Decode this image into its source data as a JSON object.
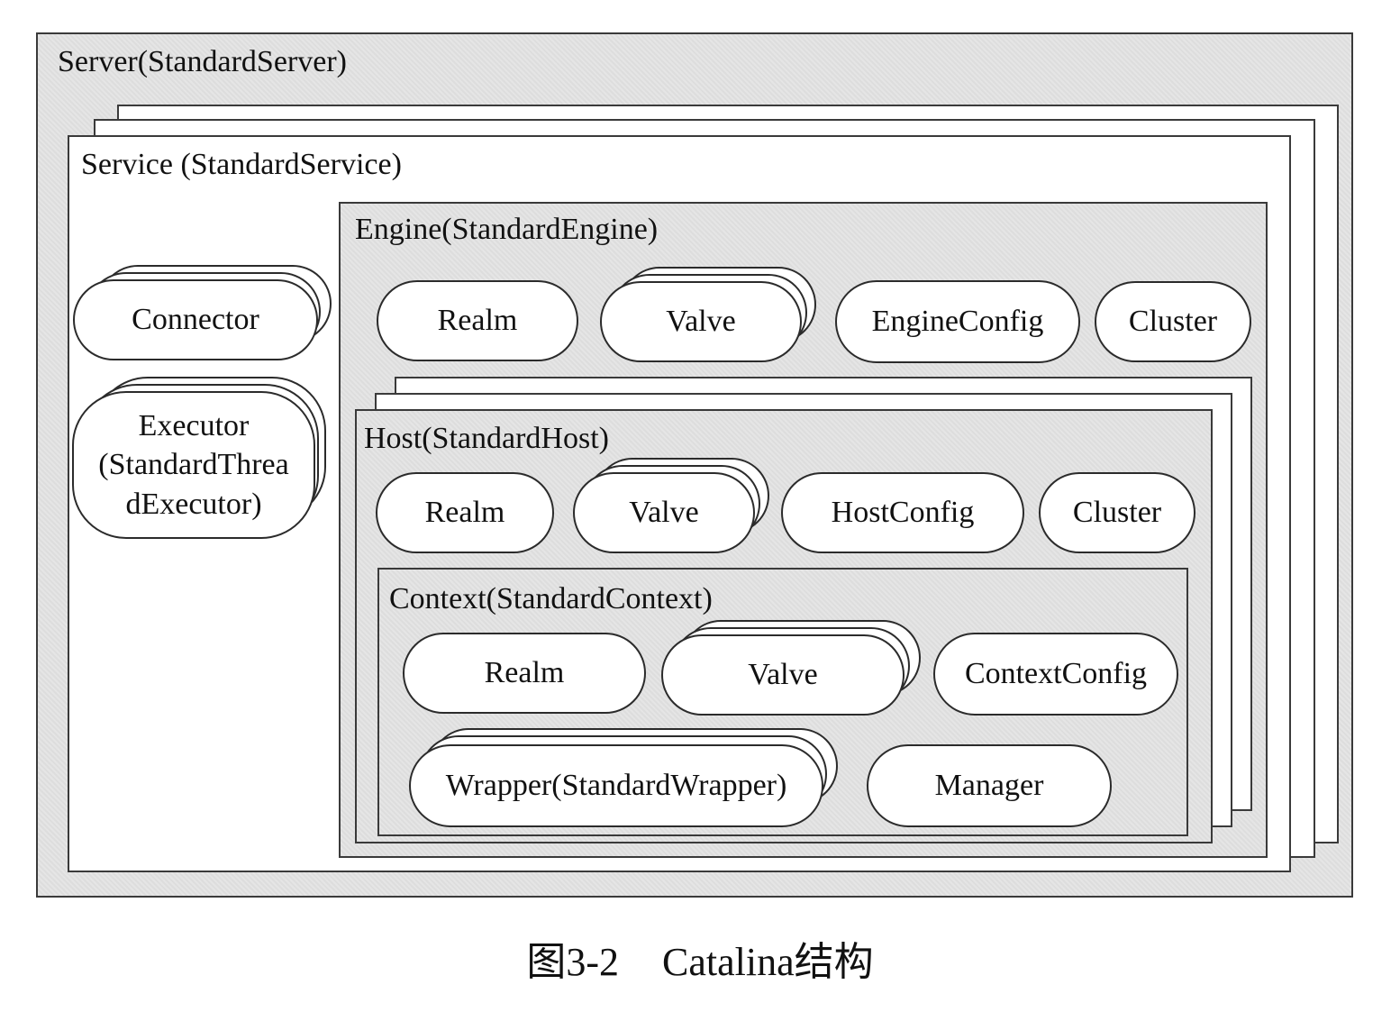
{
  "diagram": {
    "server_label": "Server(StandardServer)",
    "service_label": "Service (StandardService)",
    "connector_label": "Connector",
    "executor_label": "Executor\n(StandardThrea\ndExecutor)",
    "engine": {
      "title": "Engine(StandardEngine)",
      "realm": "Realm",
      "valve": "Valve",
      "config": "EngineConfig",
      "cluster": "Cluster"
    },
    "host": {
      "title": "Host(StandardHost)",
      "realm": "Realm",
      "valve": "Valve",
      "config": "HostConfig",
      "cluster": "Cluster"
    },
    "context": {
      "title": "Context(StandardContext)",
      "realm": "Realm",
      "valve": "Valve",
      "config": "ContextConfig",
      "wrapper": "Wrapper(StandardWrapper)",
      "manager": "Manager"
    }
  },
  "caption": {
    "figure_number": "图3-2",
    "title": "Catalina结构"
  }
}
